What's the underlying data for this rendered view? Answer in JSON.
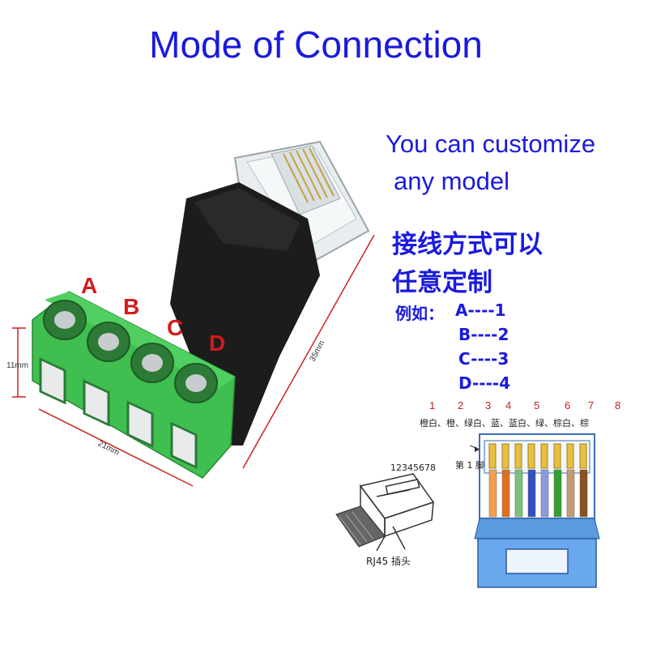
{
  "title": "Mode of Connection",
  "customize": {
    "line1": "You can customize",
    "line2": "any model"
  },
  "chinese": {
    "line1": "接线方式可以",
    "line2": "任意定制"
  },
  "mapping": {
    "prefix": "例如：",
    "rows": [
      "A----1",
      "B----2",
      "C----3",
      "D----4"
    ]
  },
  "terminals": [
    "A",
    "B",
    "C",
    "D"
  ],
  "dimensions": {
    "height": "11mm",
    "width": "21mm",
    "length": "35mm"
  },
  "pins": [
    "1",
    "2",
    "3",
    "4",
    "5",
    "6",
    "7",
    "8"
  ],
  "pin_colors_text": "橙白、橙、绿白、蓝、蓝白、绿、棕白、棕",
  "first_pin_label": "第 1 脚",
  "plug": {
    "pins_label": "12345678",
    "caption": "RJ45 插头"
  },
  "wire_colors": [
    "#f0a050",
    "#e07020",
    "#7cc07c",
    "#3050c0",
    "#8a9ae0",
    "#30a030",
    "#c49a70",
    "#8a5020"
  ],
  "colors": {
    "title": "#1a1adc",
    "terminal_green": "#3fbf4f",
    "label_red": "#d21a1a"
  }
}
